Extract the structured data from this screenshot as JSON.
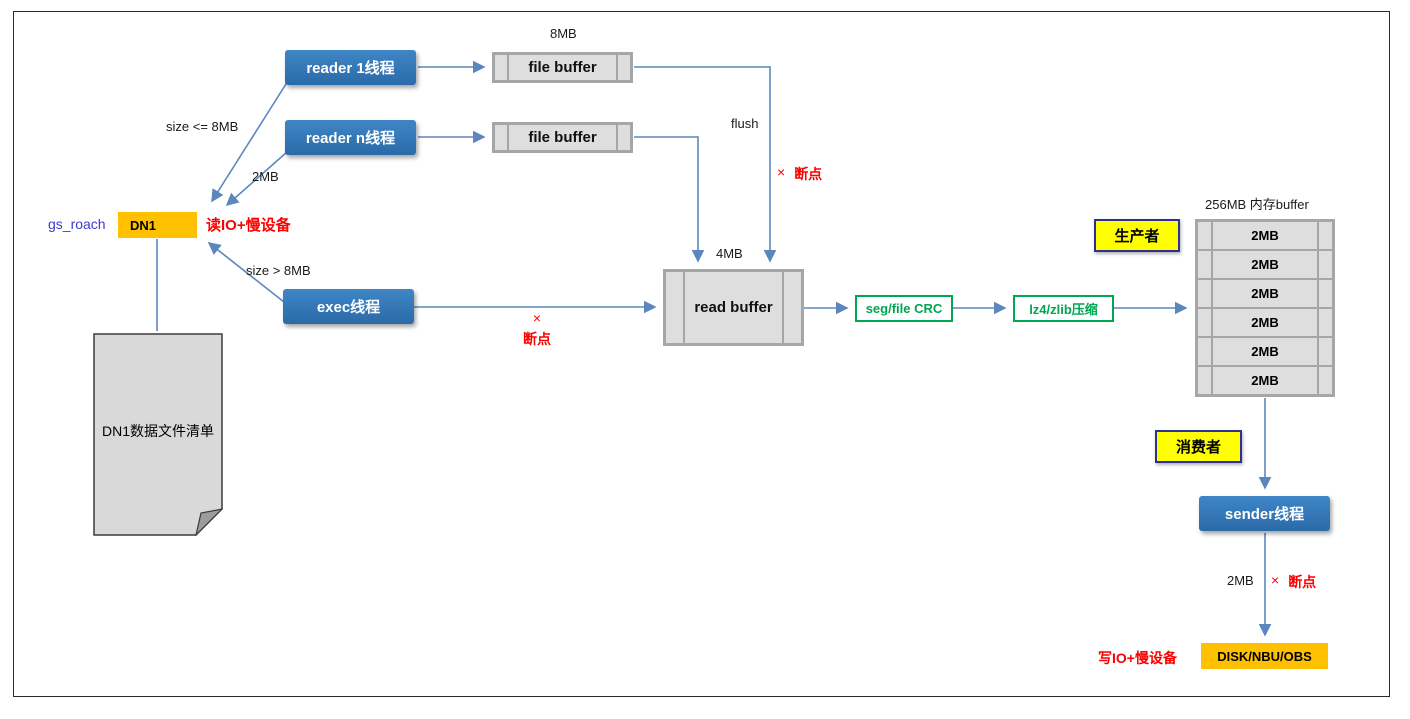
{
  "nodes": {
    "gs_roach": "gs_roach",
    "dn1": "DN1",
    "read_io": "读IO+慢设备",
    "reader1": "reader 1线程",
    "reader_n": "reader n线程",
    "exec": "exec线程",
    "file_buffer_1": "file buffer",
    "file_buffer_2": "file buffer",
    "read_buffer": "read buffer",
    "seg_file_crc": "seg/file CRC",
    "lz4_zlib": "lz4/zlib压缩",
    "producer": "生产者",
    "consumer": "消费者",
    "sender": "sender线程",
    "disk_nbu_obs": "DISK/NBU/OBS",
    "document": "DN1数据文件清单",
    "write_io": "写IO+慢设备"
  },
  "labels": {
    "size_le_8mb": "size <= 8MB",
    "size_gt_8mb": "size > 8MB",
    "buf_8mb": "8MB",
    "chunk_2mb": "2MB",
    "buf_4mb": "4MB",
    "flush": "flush",
    "mem_buffer_title": "256MB 内存buffer",
    "send_2mb": "2MB",
    "cross": "×",
    "breakpoint": "断点"
  },
  "buffer_stack": {
    "cells": [
      "2MB",
      "2MB",
      "2MB",
      "2MB",
      "2MB",
      "2MB"
    ]
  },
  "colors": {
    "thread_blue": "#2E75B6",
    "orange": "#FFC000",
    "yellow": "#FFFF00",
    "green": "#00A651",
    "red": "#FF0000",
    "connector_blue": "#5B87BE",
    "buffer_gray": "#D9D9D9",
    "buffer_border": "#A6A6A6"
  }
}
